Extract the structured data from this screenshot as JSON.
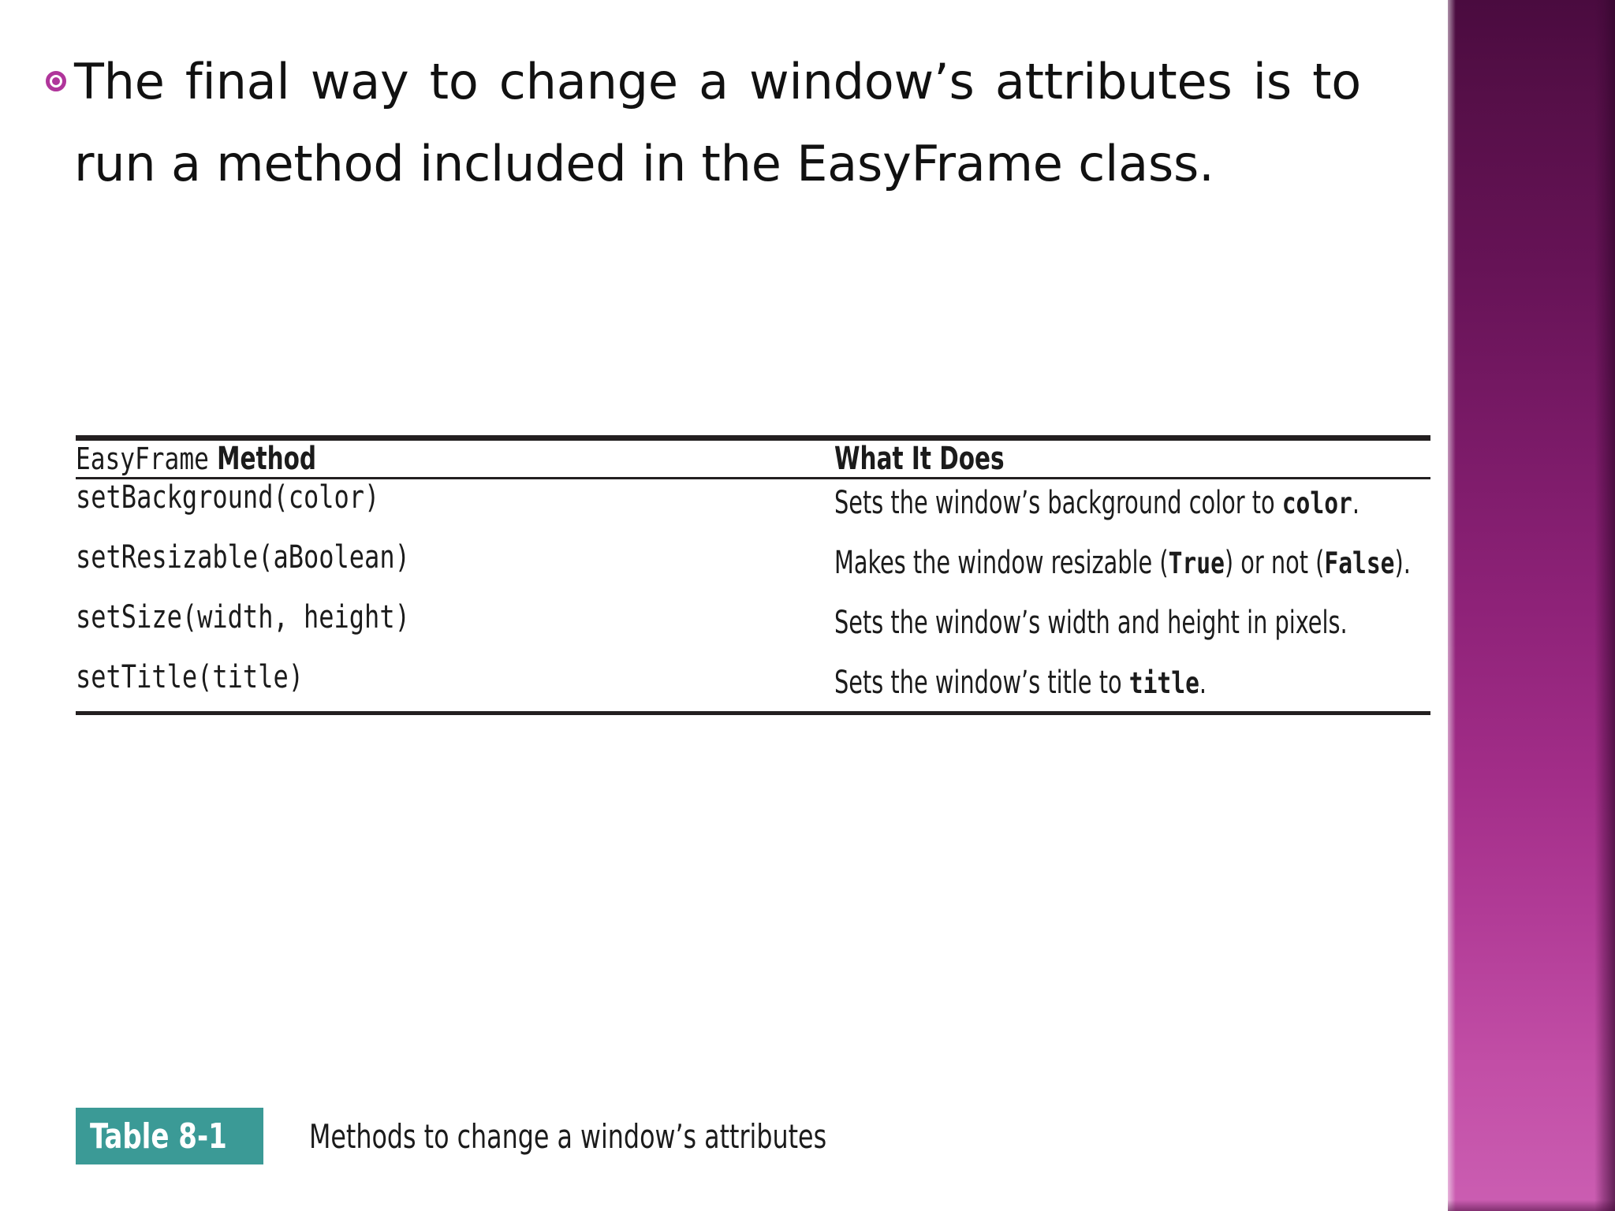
{
  "slide": {
    "bullet": {
      "marker_icon": "bullet-ring-icon",
      "marker_color": "#b0359b",
      "text": "The final way to change a window’s attributes is to run a method included in the EasyFrame class."
    },
    "table": {
      "headers": {
        "col1_mono": "EasyFrame",
        "col1_rest": " Method",
        "col2": "What It Does"
      },
      "rows": [
        {
          "method": "setBackground(color)",
          "desc_before": "Sets the window’s background color to ",
          "desc_mono": "color",
          "desc_after": "."
        },
        {
          "method": "setResizable(aBoolean)",
          "desc_before": "Makes the window resizable (",
          "desc_mono": "True",
          "desc_mid": ") or not (",
          "desc_mono2": "False",
          "desc_after": ")."
        },
        {
          "method": "setSize(width, height)",
          "desc_before": "Sets the window’s width and height in pixels.",
          "desc_mono": "",
          "desc_after": ""
        },
        {
          "method": "setTitle(title)",
          "desc_before": "Sets the window’s title to ",
          "desc_mono": "title",
          "desc_after": "."
        }
      ]
    },
    "caption": {
      "badge": "Table 8-1",
      "badge_color": "#3b9a96",
      "text": "Methods to change a window’s attributes"
    },
    "decor": {
      "band_top_color": "#4a0b3f",
      "band_bottom_color": "#cb5eb2"
    }
  }
}
